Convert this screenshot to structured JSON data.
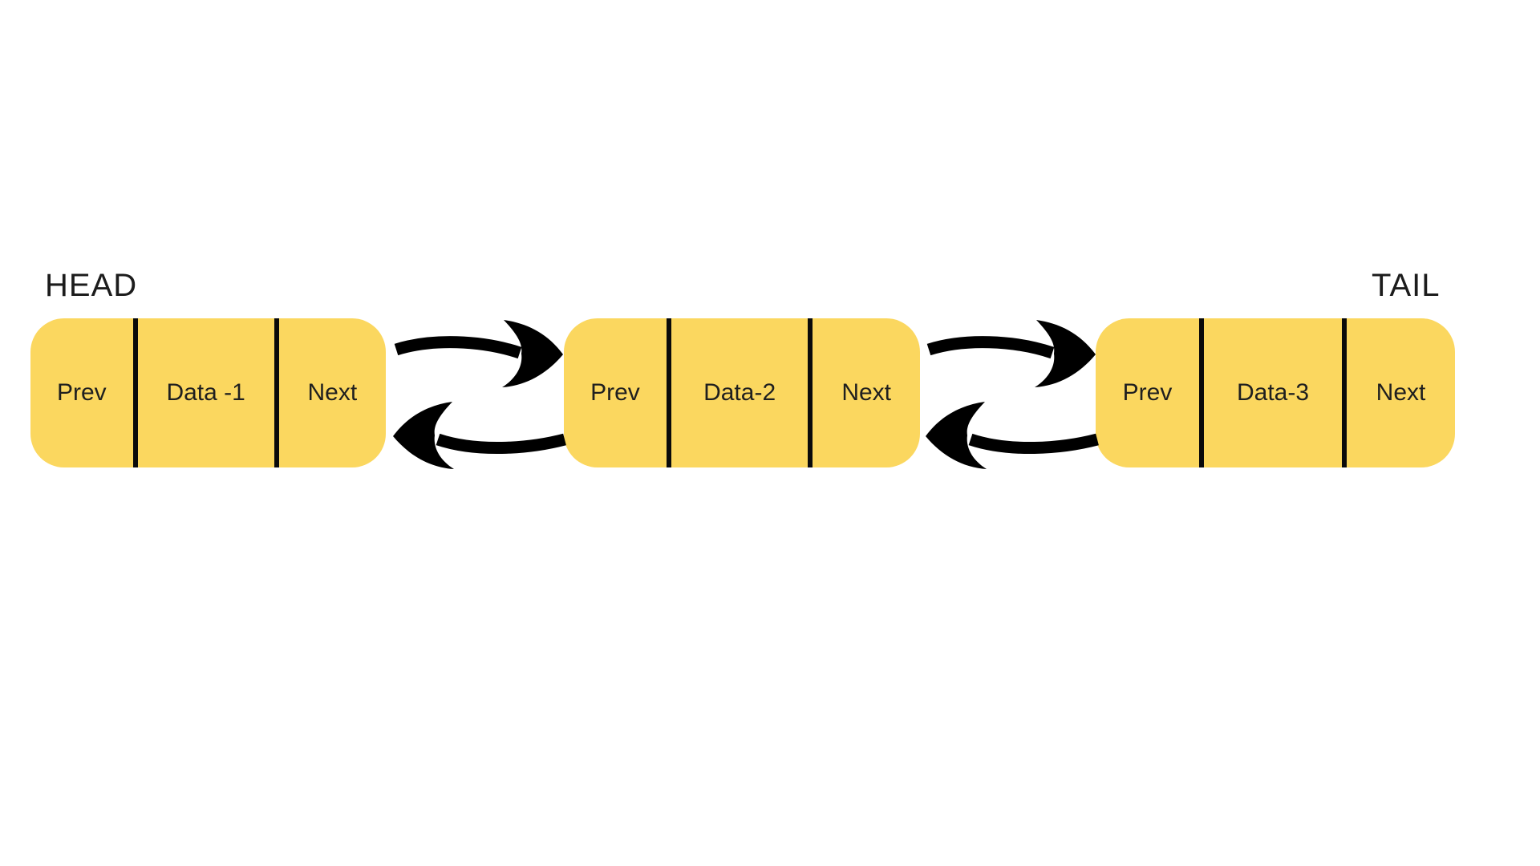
{
  "diagram": {
    "type": "doubly-linked-list",
    "head_label": "HEAD",
    "tail_label": "TAIL",
    "colors": {
      "background": "#FFFFFF",
      "node_fill": "#FBD75F",
      "divider_line": "#0A0A0A",
      "arrow": "#000000",
      "text": "#1F1F1F"
    },
    "nodes": [
      {
        "name": "node-1",
        "cells": [
          "Prev",
          "Data -1",
          "Next"
        ]
      },
      {
        "name": "node-2",
        "cells": [
          "Prev",
          "Data-2",
          "Next"
        ]
      },
      {
        "name": "node-3",
        "cells": [
          "Prev",
          "Data-3",
          "Next"
        ]
      }
    ],
    "arrows": [
      {
        "from": "node-1",
        "to": "node-2",
        "direction": "forward"
      },
      {
        "from": "node-2",
        "to": "node-1",
        "direction": "backward"
      },
      {
        "from": "node-2",
        "to": "node-3",
        "direction": "forward"
      },
      {
        "from": "node-3",
        "to": "node-2",
        "direction": "backward"
      }
    ]
  }
}
